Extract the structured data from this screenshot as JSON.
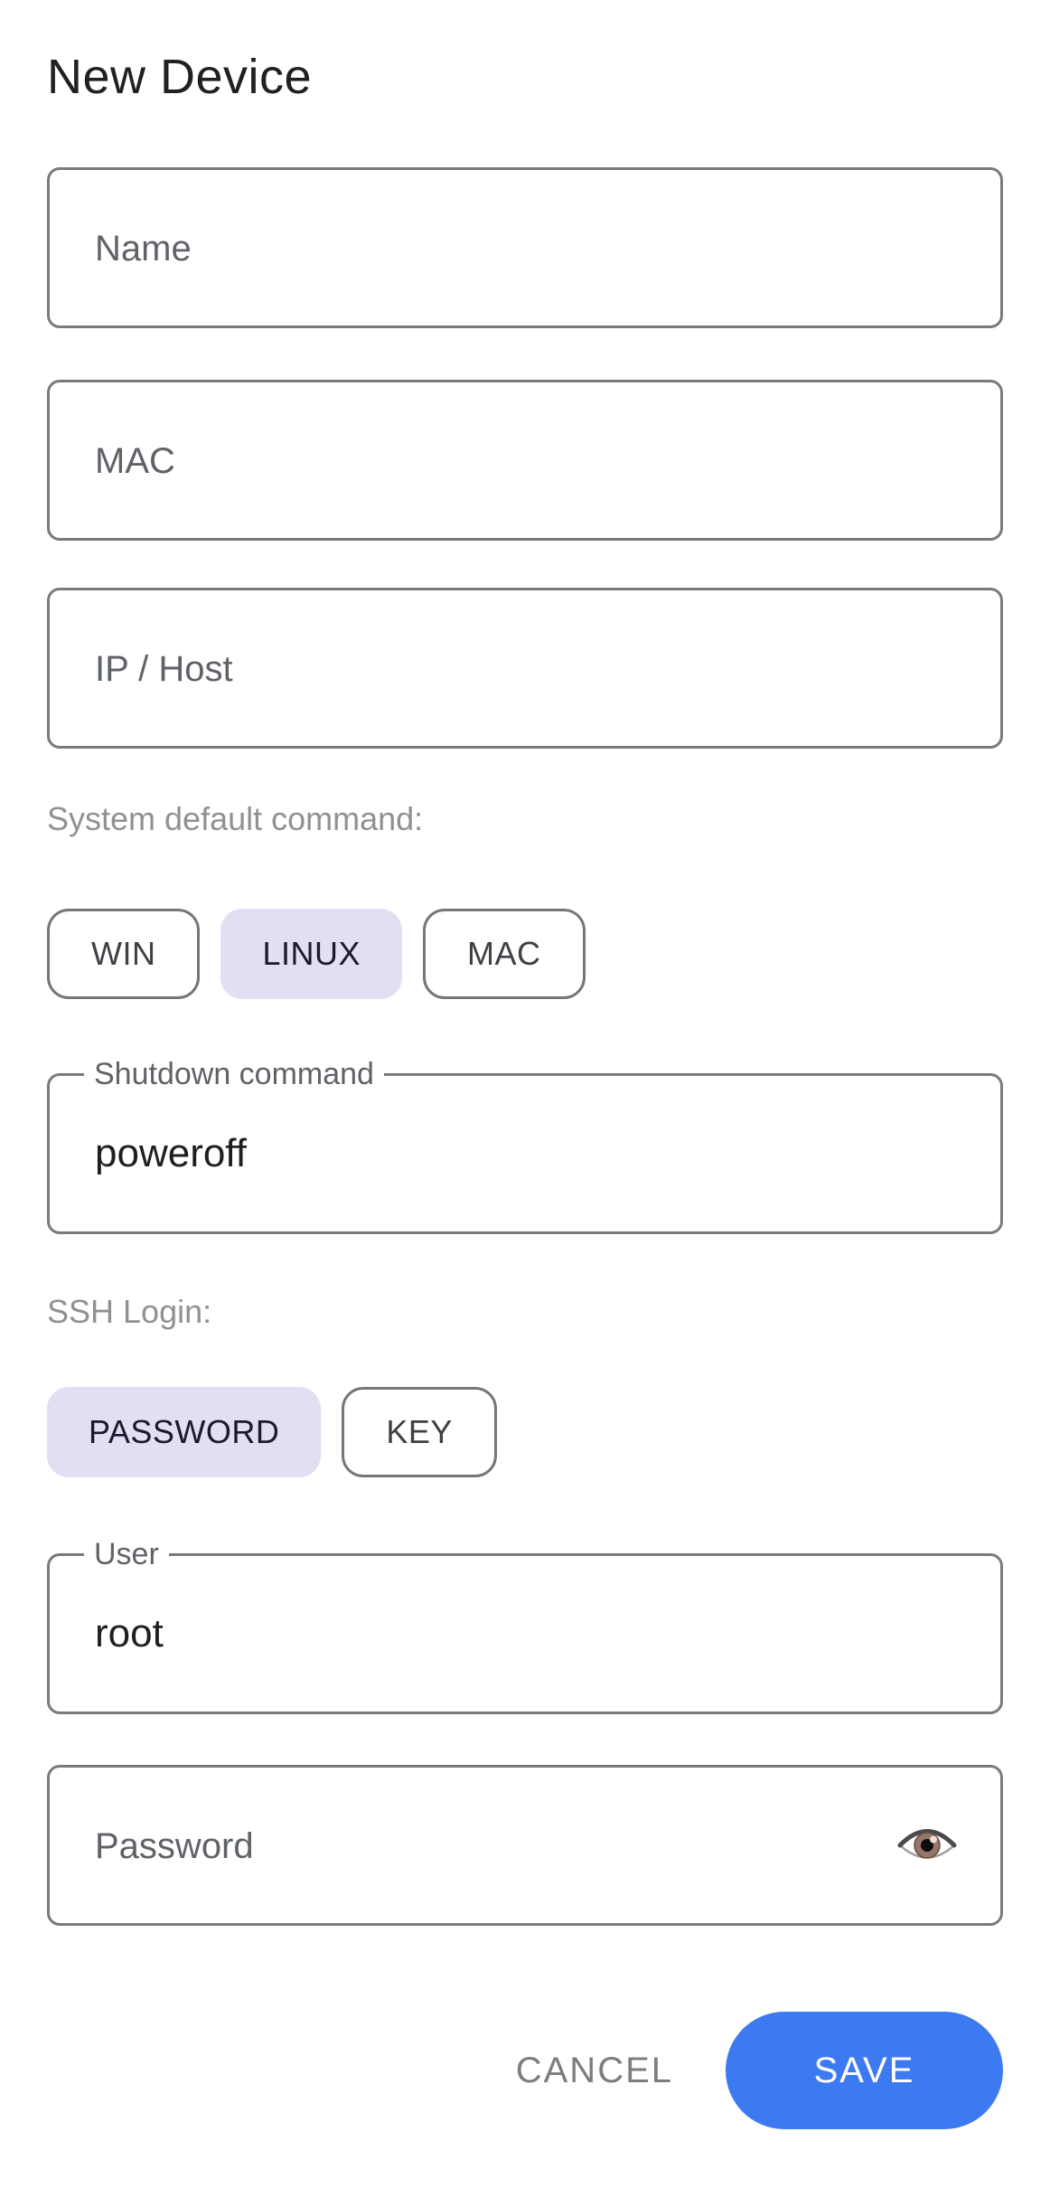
{
  "page": {
    "title": "New Device"
  },
  "fields": {
    "name": {
      "placeholder": "Name",
      "value": ""
    },
    "mac": {
      "placeholder": "MAC",
      "value": ""
    },
    "ip_host": {
      "placeholder": "IP / Host",
      "value": ""
    },
    "shutdown_command": {
      "label": "Shutdown command",
      "value": "poweroff"
    },
    "user": {
      "label": "User",
      "value": "root"
    },
    "password": {
      "placeholder": "Password",
      "value": ""
    }
  },
  "sections": {
    "system_default_command": {
      "label": "System default command:",
      "options": [
        {
          "label": "WIN",
          "selected": false
        },
        {
          "label": "LINUX",
          "selected": true
        },
        {
          "label": "MAC",
          "selected": false
        }
      ]
    },
    "ssh_login": {
      "label": "SSH Login:",
      "options": [
        {
          "label": "PASSWORD",
          "selected": true
        },
        {
          "label": "KEY",
          "selected": false
        }
      ]
    }
  },
  "icons": {
    "password_visibility": "eye-icon"
  },
  "actions": {
    "cancel_label": "CANCEL",
    "save_label": "SAVE"
  },
  "colors": {
    "chip_selected_bg": "#E4DEF3",
    "chip_selected_text": "#1D1830",
    "save_button_bg": "#3D7AF2",
    "field_border": "#797A7E",
    "label_gray": "#8F9195"
  }
}
